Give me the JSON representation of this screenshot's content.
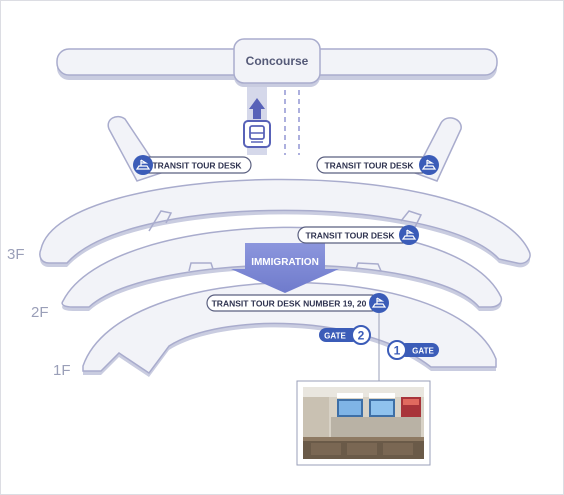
{
  "map": {
    "concourse_label": "Concourse",
    "floors": {
      "f3": "3F",
      "f2": "2F",
      "f1": "1F"
    },
    "immigration_label": "IMMIGRATION",
    "desks": {
      "upper_left": "TRANSIT TOUR DESK",
      "upper_right": "TRANSIT TOUR DESK",
      "mid_right": "TRANSIT TOUR DESK",
      "lower_center": "TRANSIT TOUR DESK NUMBER 19, 20"
    },
    "gates": [
      {
        "number": "2",
        "label": "GATE"
      },
      {
        "number": "1",
        "label": "GATE"
      }
    ],
    "icons": {
      "desk": "tour-desk-icon",
      "train": "shuttle-train-icon",
      "arrow": "up-arrow-icon"
    }
  },
  "colors": {
    "floor_fill": "#f2f3f8",
    "floor_stroke": "#a9accd",
    "floor_shadow": "#c9cce0",
    "badge": "#3b5cb8",
    "pill_border": "#5b6080",
    "label_text": "#2f3350",
    "floor_text": "#9a9fb8",
    "immigration": "#7b86d3"
  }
}
